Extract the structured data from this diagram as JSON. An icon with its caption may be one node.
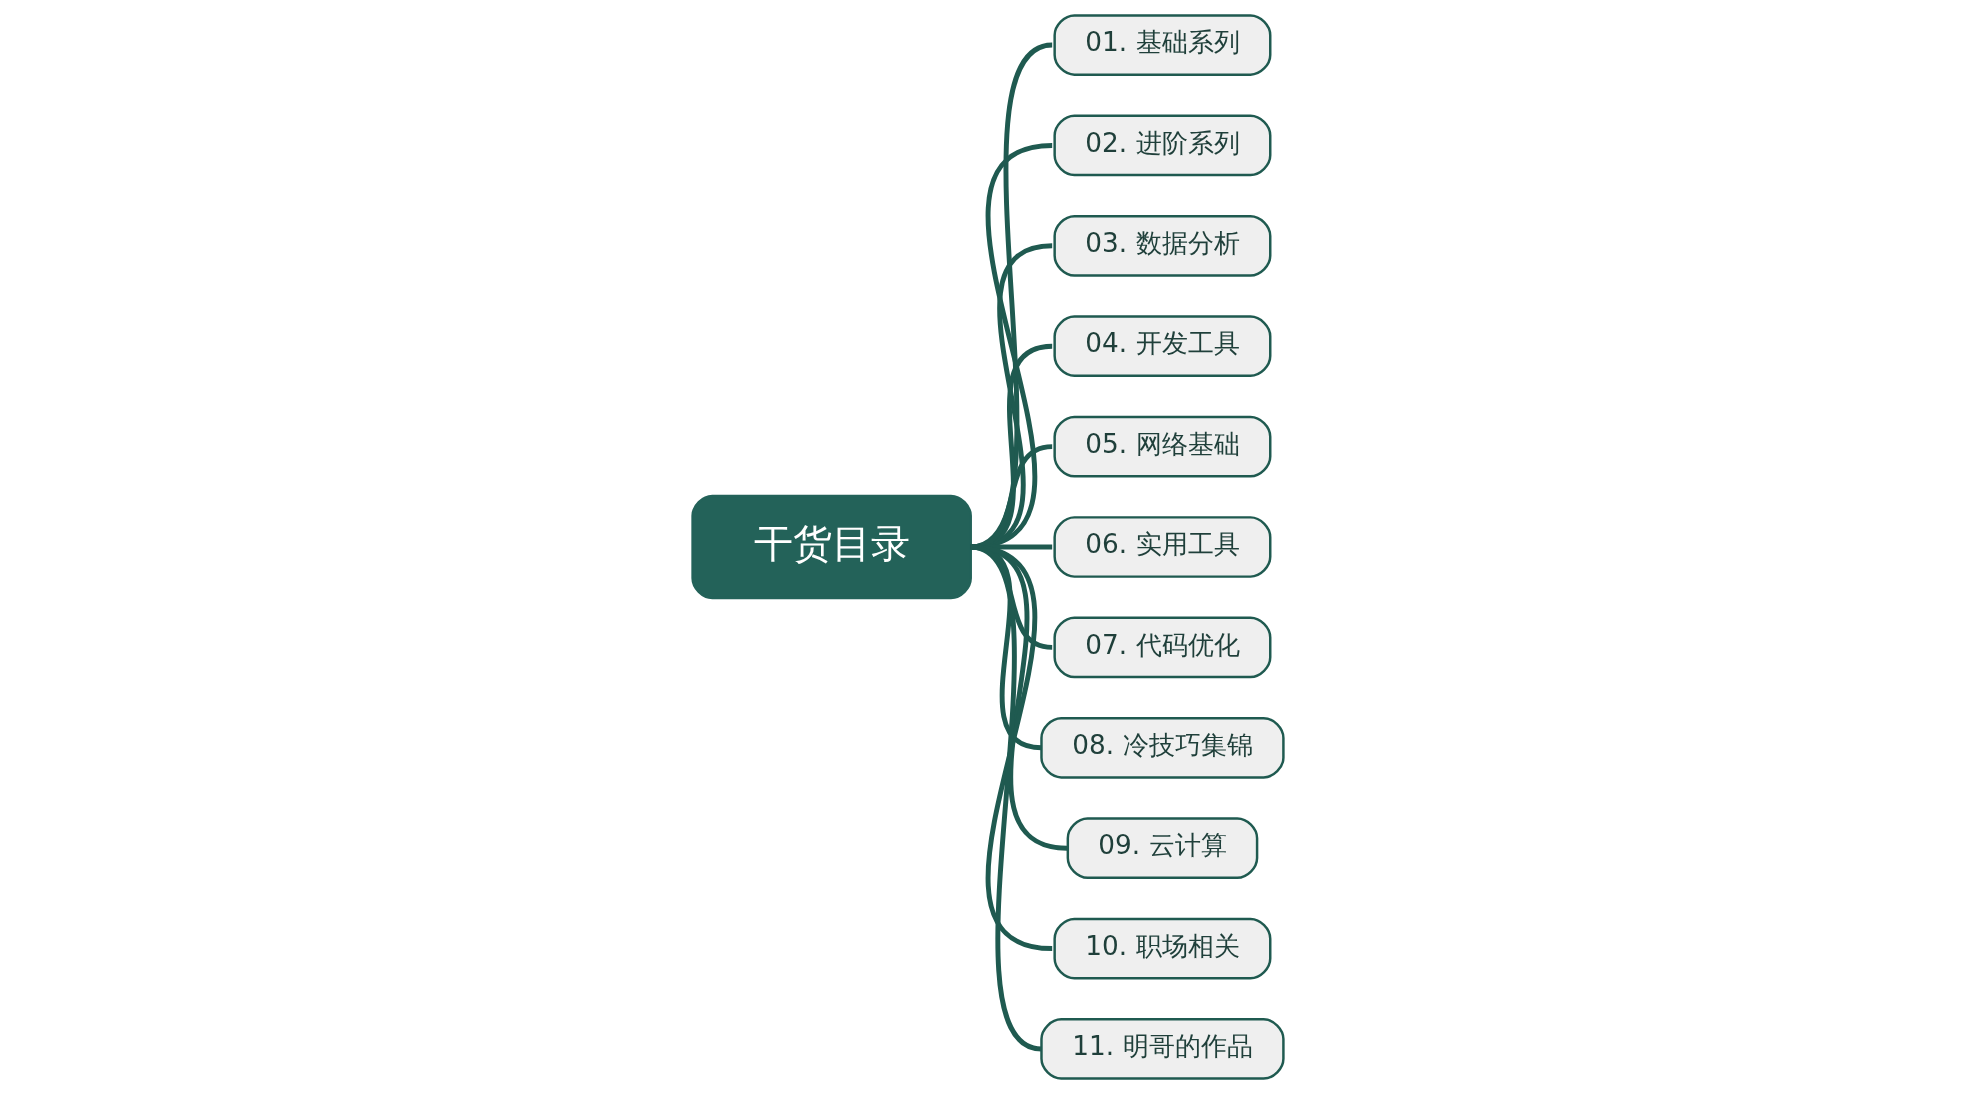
{
  "diagram": {
    "nodes": [
      {
        "text": [
          "干货目录"
        ]
      },
      {
        "text": [
          "01. 基础系列"
        ]
      },
      {
        "text": [
          "02. 进阶系列"
        ]
      },
      {
        "text": [
          "03. 数据分析"
        ]
      },
      {
        "text": [
          "04. 开发工具"
        ]
      },
      {
        "text": [
          "05. 网络基础"
        ]
      },
      {
        "text": [
          "06. 实用工具"
        ]
      },
      {
        "text": [
          "07. 代码优化"
        ]
      },
      {
        "text": [
          "08. 冷技巧集锦"
        ]
      },
      {
        "text": [
          "09. 云计算"
        ]
      },
      {
        "text": [
          "10. 职场相关"
        ]
      },
      {
        "text": [
          "11. 明哥的作品"
        ]
      }
    ],
    "edges": [
      {
        "from": 0,
        "to": 1,
        "arrow": "none"
      },
      {
        "from": 0,
        "to": 2,
        "arrow": "none"
      },
      {
        "from": 0,
        "to": 3,
        "arrow": "none"
      },
      {
        "from": 0,
        "to": 4,
        "arrow": "none"
      },
      {
        "from": 0,
        "to": 5,
        "arrow": "none"
      },
      {
        "from": 0,
        "to": 6,
        "arrow": "none"
      },
      {
        "from": 0,
        "to": 7,
        "arrow": "none"
      },
      {
        "from": 0,
        "to": 8,
        "arrow": "none"
      },
      {
        "from": 0,
        "to": 9,
        "arrow": "none"
      },
      {
        "from": 0,
        "to": 10,
        "arrow": "none"
      },
      {
        "from": 0,
        "to": 11,
        "arrow": "none"
      }
    ]
  }
}
